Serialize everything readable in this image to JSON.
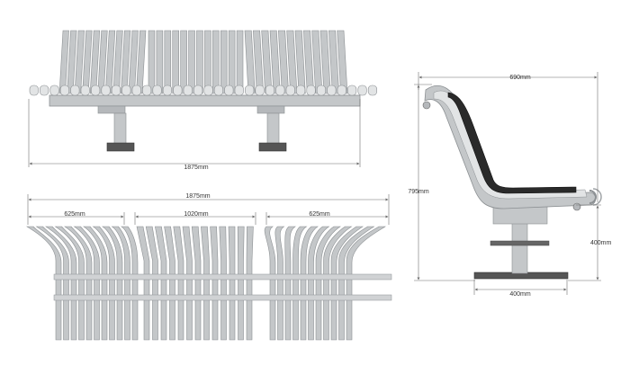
{
  "colors": {
    "steel": "#c4c7c9",
    "steel_dark": "#8c9093",
    "steel_light": "#e2e4e5",
    "dim_line": "#6f6f6f",
    "seat_black": "#2a2a2a"
  },
  "front_view": {
    "overall_width": "1875mm"
  },
  "top_view": {
    "overall_width": "1875mm",
    "left_section": "625mm",
    "center_section": "1020mm",
    "right_section": "625mm"
  },
  "side_view": {
    "depth": "690mm",
    "height": "795mm",
    "seat_height": "400mm",
    "base_width": "400mm"
  }
}
